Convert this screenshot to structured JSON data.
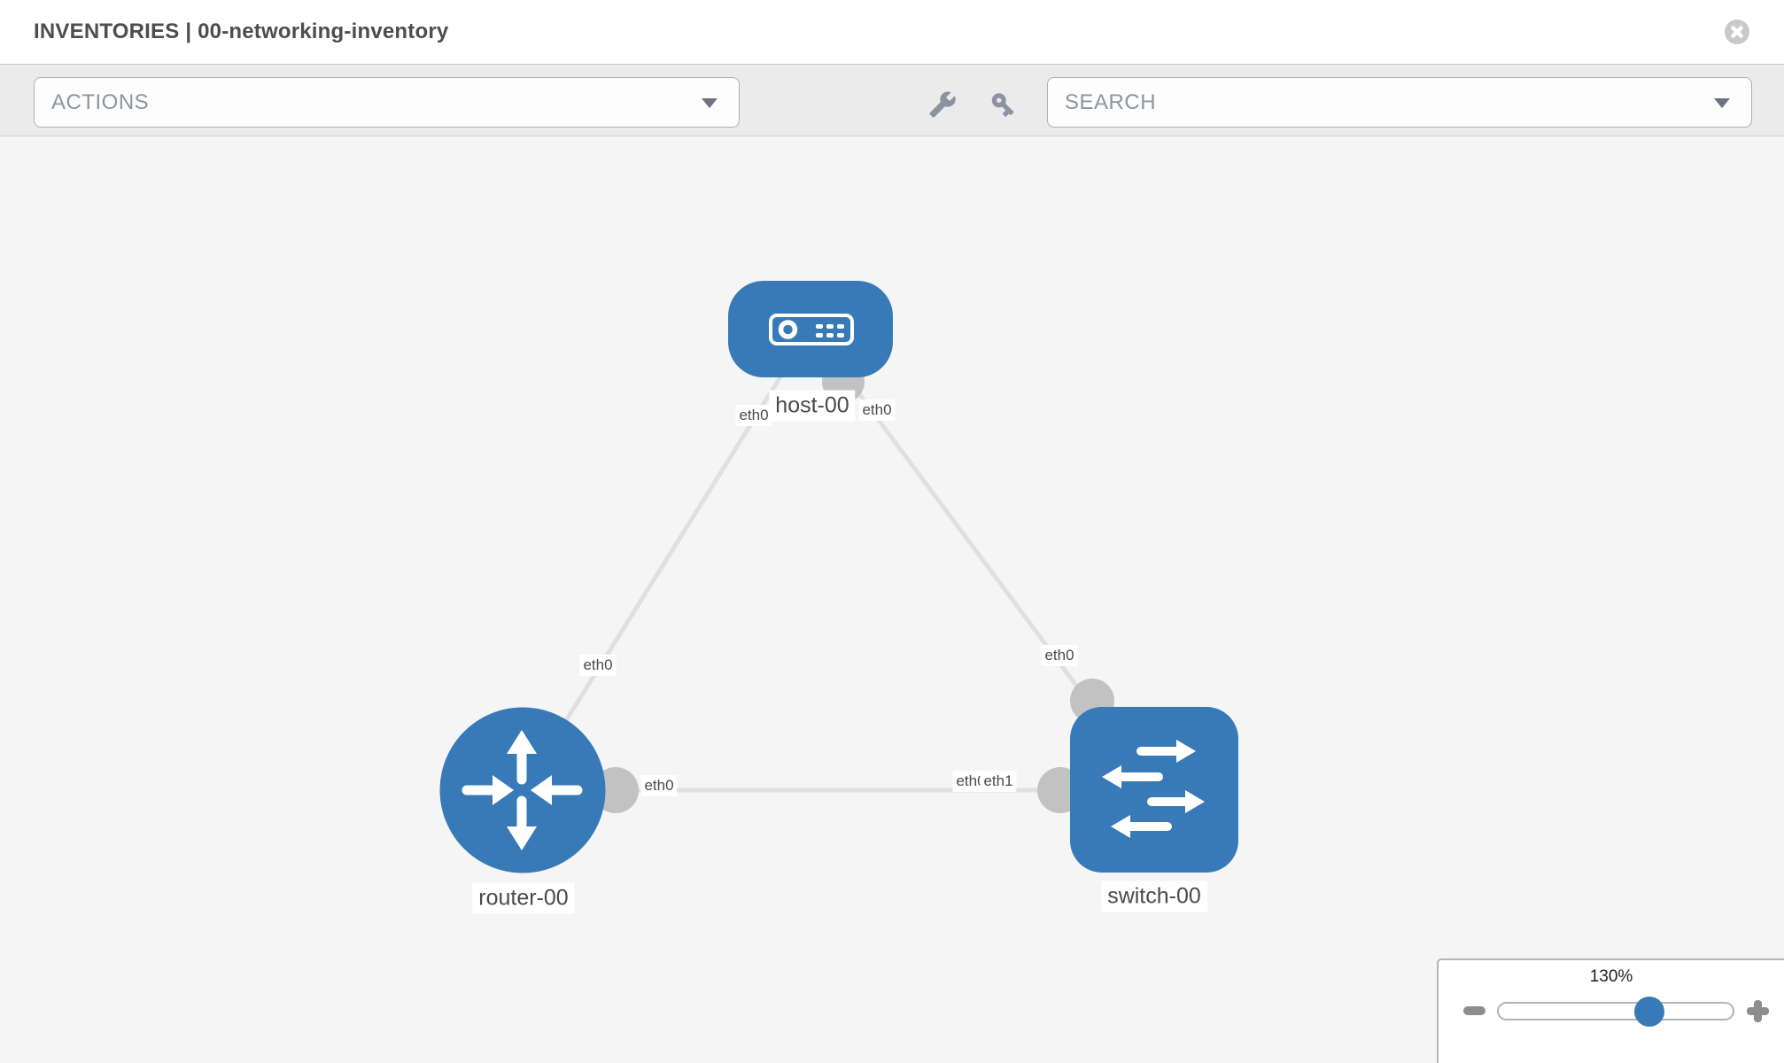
{
  "header": {
    "title": "INVENTORIES | 00-networking-inventory"
  },
  "toolbar": {
    "actions_label": "ACTIONS",
    "search_label": "SEARCH",
    "icons": [
      "wrench-icon",
      "key-icon"
    ]
  },
  "topology": {
    "nodes": [
      {
        "id": "host-00",
        "type": "host",
        "label": "host-00"
      },
      {
        "id": "router-00",
        "type": "router",
        "label": "router-00"
      },
      {
        "id": "switch-00",
        "type": "switch",
        "label": "switch-00"
      }
    ],
    "links": [
      {
        "from": "host-00",
        "to": "router-00"
      },
      {
        "from": "host-00",
        "to": "switch-00"
      },
      {
        "from": "router-00",
        "to": "switch-00"
      }
    ],
    "chips": {
      "host_label": "host-00",
      "router_label": "router-00",
      "switch_label": "switch-00",
      "host_router_host_end": "eth0",
      "host_router_router_end": "eth0",
      "host_switch_host_end": "eth0",
      "host_switch_switch_end": "eth0",
      "router_switch_router_end": "eth0",
      "router_switch_switch_end_back": "eth0",
      "router_switch_switch_end_front": "eth1"
    }
  },
  "zoom_control": {
    "value": "130%"
  },
  "colors": {
    "accent-blue": "#377ab7",
    "link-gray": "#e0e0e0",
    "dot-gray": "#c2c2c2",
    "icon-gray": "#8b93a0",
    "label-text": "#4a4a4a",
    "header-text": "#4d4d4d",
    "placeholder-text": "#8e959e"
  }
}
